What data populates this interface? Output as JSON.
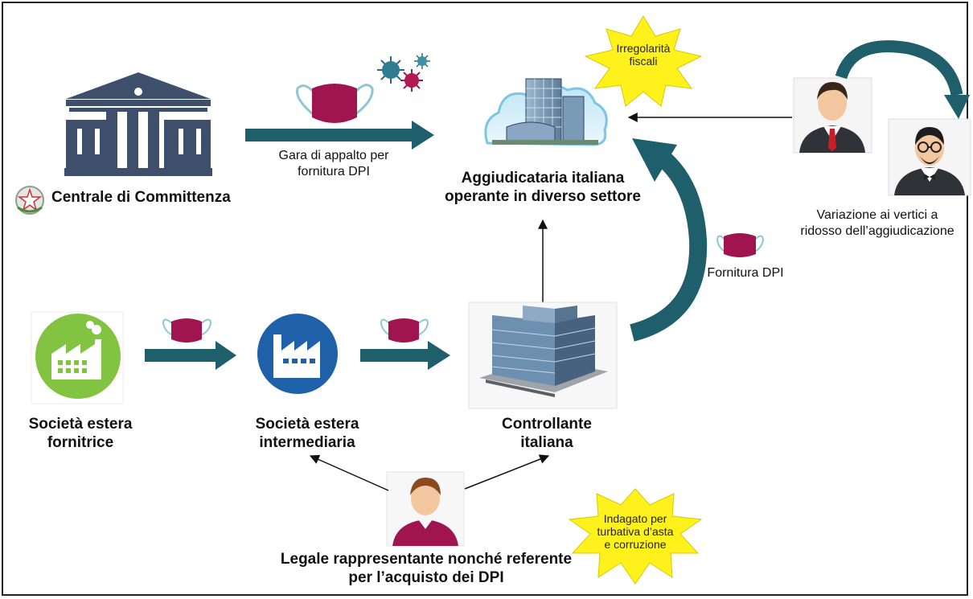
{
  "nodes": {
    "centrale": {
      "label": "Centrale di Committenza"
    },
    "aggiudicataria": {
      "line1": "Aggiudicataria italiana",
      "line2": "operante in diverso settore"
    },
    "estera_fornitrice": {
      "line1": "Società estera",
      "line2": "fornitrice"
    },
    "estera_intermediaria": {
      "line1": "Società estera",
      "line2": "intermediaria"
    },
    "controllante": {
      "line1": "Controllante",
      "line2": "italiana"
    },
    "legale": {
      "line1": "Legale rappresentante nonché referente",
      "line2": "per l’acquisto dei DPI"
    }
  },
  "edges": {
    "gara": {
      "line1": "Gara di appalto per",
      "line2": "fornitura DPI"
    },
    "fornitura": {
      "label": "Fornitura DPI"
    },
    "variazione": {
      "line1": "Variazione ai vertici a",
      "line2": "ridosso dell’aggiudicazione"
    }
  },
  "callouts": {
    "irregolarita": {
      "line1": "Irregolarità",
      "line2": "fiscali"
    },
    "indagato": {
      "line1": "Indagato per",
      "line2": "turbativa d’asta",
      "line3": "e corruzione"
    }
  },
  "colors": {
    "arrow": "#1f5f6b",
    "mask": "#a0154f",
    "burst": "#fff21c",
    "building": "#3d4f6b",
    "factory_green": "#82c341",
    "factory_blue": "#1e61a8"
  }
}
